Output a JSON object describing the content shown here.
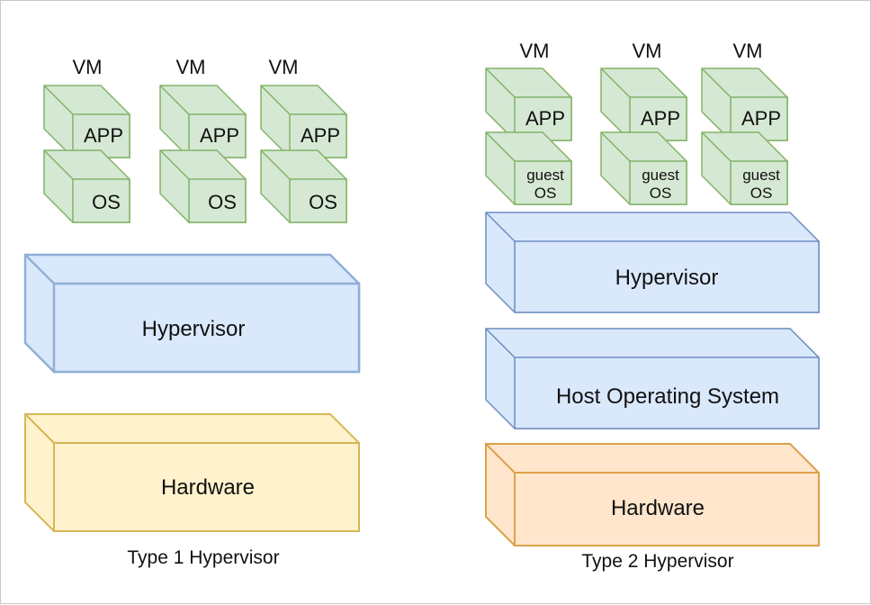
{
  "diagram": {
    "type1": {
      "caption": "Type 1 Hypervisor",
      "vms": [
        {
          "label": "VM",
          "app": "APP",
          "os": "OS"
        },
        {
          "label": "VM",
          "app": "APP",
          "os": "OS"
        },
        {
          "label": "VM",
          "app": "APP",
          "os": "OS"
        }
      ],
      "layers": [
        {
          "label": "Hypervisor",
          "kind": "blue"
        },
        {
          "label": "Hardware",
          "kind": "yellow"
        }
      ]
    },
    "type2": {
      "caption": "Type 2 Hypervisor",
      "vms": [
        {
          "label": "VM",
          "app": "APP",
          "os_line1": "guest",
          "os_line2": "OS"
        },
        {
          "label": "VM",
          "app": "APP",
          "os_line1": "guest",
          "os_line2": "OS"
        },
        {
          "label": "VM",
          "app": "APP",
          "os_line1": "guest",
          "os_line2": "OS"
        }
      ],
      "layers": [
        {
          "label": "Hypervisor",
          "kind": "blue"
        },
        {
          "label": "Host Operating System",
          "kind": "blue"
        },
        {
          "label": "Hardware",
          "kind": "orange"
        }
      ]
    },
    "colors": {
      "green_fill": "#d5e8d4",
      "green_stroke": "#82b366",
      "blue_fill": "#dae8fc",
      "blue_stroke": "#6c8ebf",
      "yellow_fill": "#fff2cc",
      "yellow_stroke": "#d6b656",
      "orange_fill": "#ffe6cc",
      "orange_stroke": "#d79b00"
    }
  }
}
